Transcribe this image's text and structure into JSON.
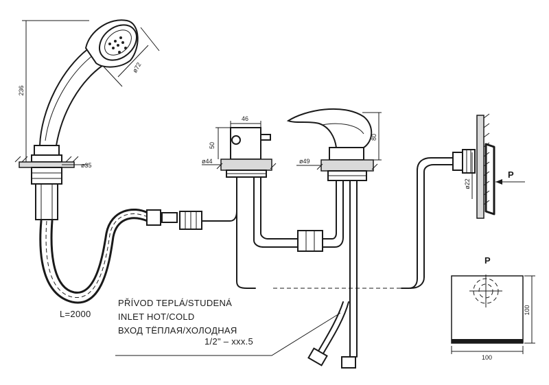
{
  "dimensions": {
    "shower_height": "236",
    "shower_head_dia": "ø72",
    "shower_base_dia": "ø35",
    "valve_width": "46",
    "valve_height": "50",
    "valve_base_dia": "ø44",
    "mixer_height": "80",
    "mixer_base_dia": "ø49",
    "wall_fitting_dia": "ø22",
    "plate_width": "100",
    "plate_height": "100"
  },
  "labels": {
    "hose_length": "L=2000",
    "inlet_cz": "PŘÍVOD TEPLÁ/STUDENÁ",
    "inlet_en": "INLET HOT/COLD",
    "inlet_ru": "ВХОД ТЁПЛАЯ/ХОЛОДНАЯ",
    "thread_spec": "1/2\"  –  xxx.5",
    "view_letter": "P",
    "view_title": "P"
  }
}
